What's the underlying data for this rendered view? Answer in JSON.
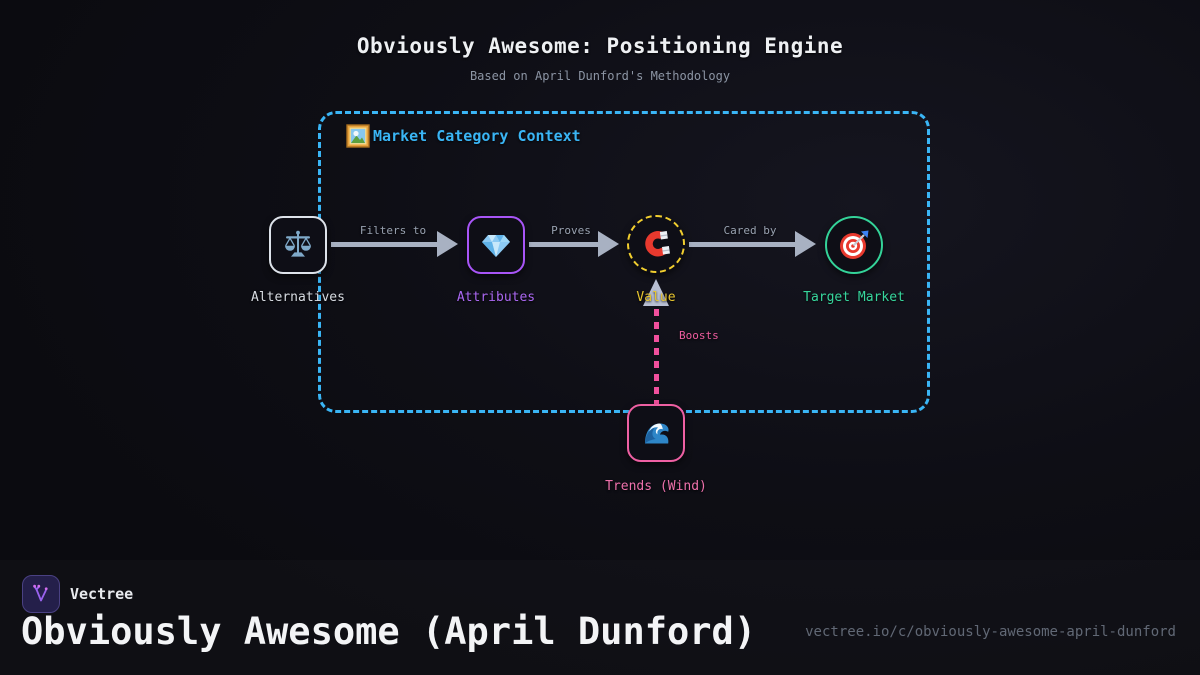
{
  "header": {
    "title": "Obviously Awesome: Positioning Engine",
    "subtitle": "Based on April Dunford's Methodology"
  },
  "diagram": {
    "container": {
      "label": "Market Category Context",
      "icon": "framed-picture-icon",
      "border_color": "#3ab5f5"
    },
    "nodes": [
      {
        "id": "alternatives",
        "label": "Alternatives",
        "icon": "balance-scale-icon",
        "shape": "rounded-square",
        "color": "#dde2ea"
      },
      {
        "id": "attributes",
        "label": "Attributes",
        "icon": "gem-icon",
        "shape": "rounded-square",
        "color": "#a855f7"
      },
      {
        "id": "value",
        "label": "Value",
        "icon": "magnet-icon",
        "shape": "dashed-circle",
        "color": "#f1ce2f"
      },
      {
        "id": "target-market",
        "label": "Target Market",
        "icon": "target-icon",
        "shape": "circle",
        "color": "#34d399"
      },
      {
        "id": "trends",
        "label": "Trends (Wind)",
        "icon": "wave-icon",
        "shape": "rounded-square",
        "color": "#ee60a3"
      }
    ],
    "edges": [
      {
        "from": "alternatives",
        "to": "attributes",
        "label": "Filters to",
        "style": "solid-gray"
      },
      {
        "from": "attributes",
        "to": "value",
        "label": "Proves",
        "style": "solid-gray"
      },
      {
        "from": "value",
        "to": "target-market",
        "label": "Cared by",
        "style": "solid-gray"
      },
      {
        "from": "trends",
        "to": "value",
        "label": "Boosts",
        "style": "dashed-pink"
      }
    ],
    "colors": {
      "arrow_gray": "#a8b1c2",
      "boost_pink": "#f1509d",
      "container_cyan": "#3ab5f5",
      "value_yellow": "#e7c52f",
      "target_green": "#34d399"
    }
  },
  "footer": {
    "brand": "Vectree",
    "logo_icon": "vectree-logo-icon",
    "title": "Obviously Awesome (April Dunford)",
    "url": "vectree.io/c/obviously-awesome-april-dunford"
  }
}
